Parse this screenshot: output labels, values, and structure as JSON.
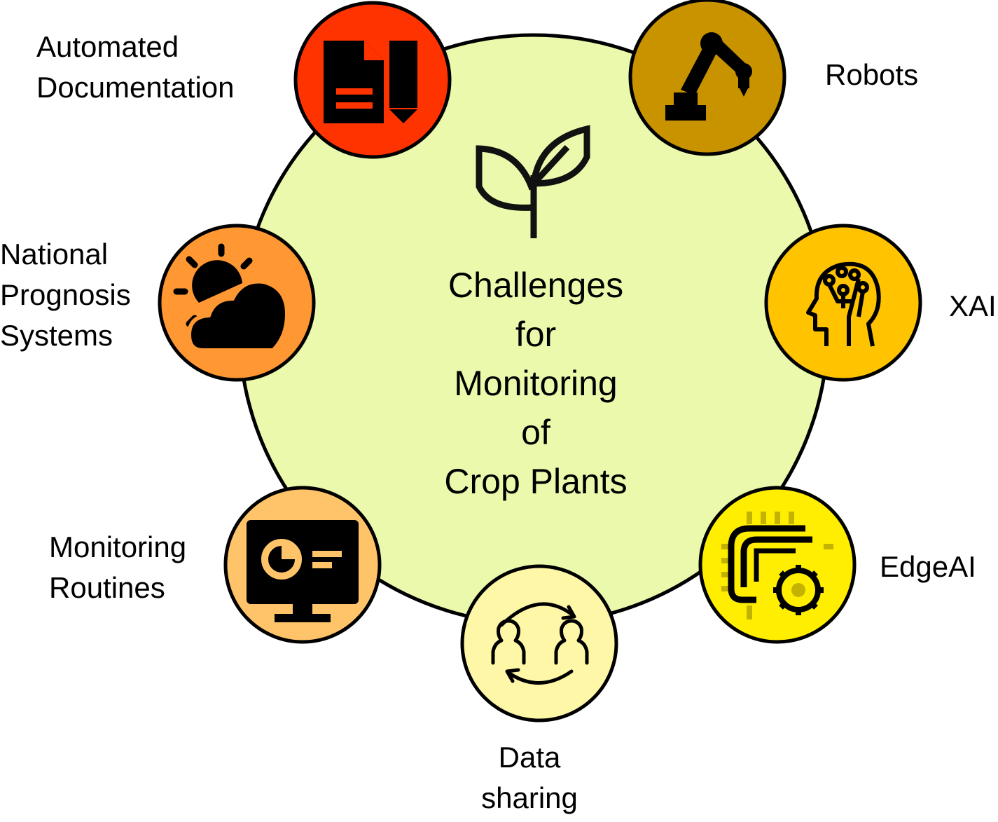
{
  "center": {
    "title_lines": [
      "Challenges",
      "for",
      "Monitoring",
      "of",
      "Crop Plants"
    ],
    "fill": "#eaf9ab",
    "icon": "plant-sprout-icon"
  },
  "nodes": [
    {
      "id": "automated-documentation",
      "label_lines": [
        "Automated",
        "Documentation"
      ],
      "fill": "#ff3300",
      "icon": "document-pencil-icon"
    },
    {
      "id": "robots",
      "label_lines": [
        "Robots"
      ],
      "fill": "#c99300",
      "icon": "robot-arm-icon"
    },
    {
      "id": "xai",
      "label_lines": [
        "XAI"
      ],
      "fill": "#ffc300",
      "icon": "ai-head-icon"
    },
    {
      "id": "edgeai",
      "label_lines": [
        "EdgeAI"
      ],
      "fill": "#ffee00",
      "icon": "chip-gear-icon"
    },
    {
      "id": "data-sharing",
      "label_lines": [
        "Data",
        "sharing"
      ],
      "fill": "#fff7a8",
      "icon": "users-exchange-icon"
    },
    {
      "id": "monitoring-routines",
      "label_lines": [
        "Monitoring",
        "Routines"
      ],
      "fill": "#ffc46a",
      "icon": "monitor-dashboard-icon"
    },
    {
      "id": "national-prognosis-systems",
      "label_lines": [
        "National",
        "Prognosis",
        "Systems"
      ],
      "fill": "#ff9733",
      "icon": "sun-cloud-icon"
    }
  ]
}
